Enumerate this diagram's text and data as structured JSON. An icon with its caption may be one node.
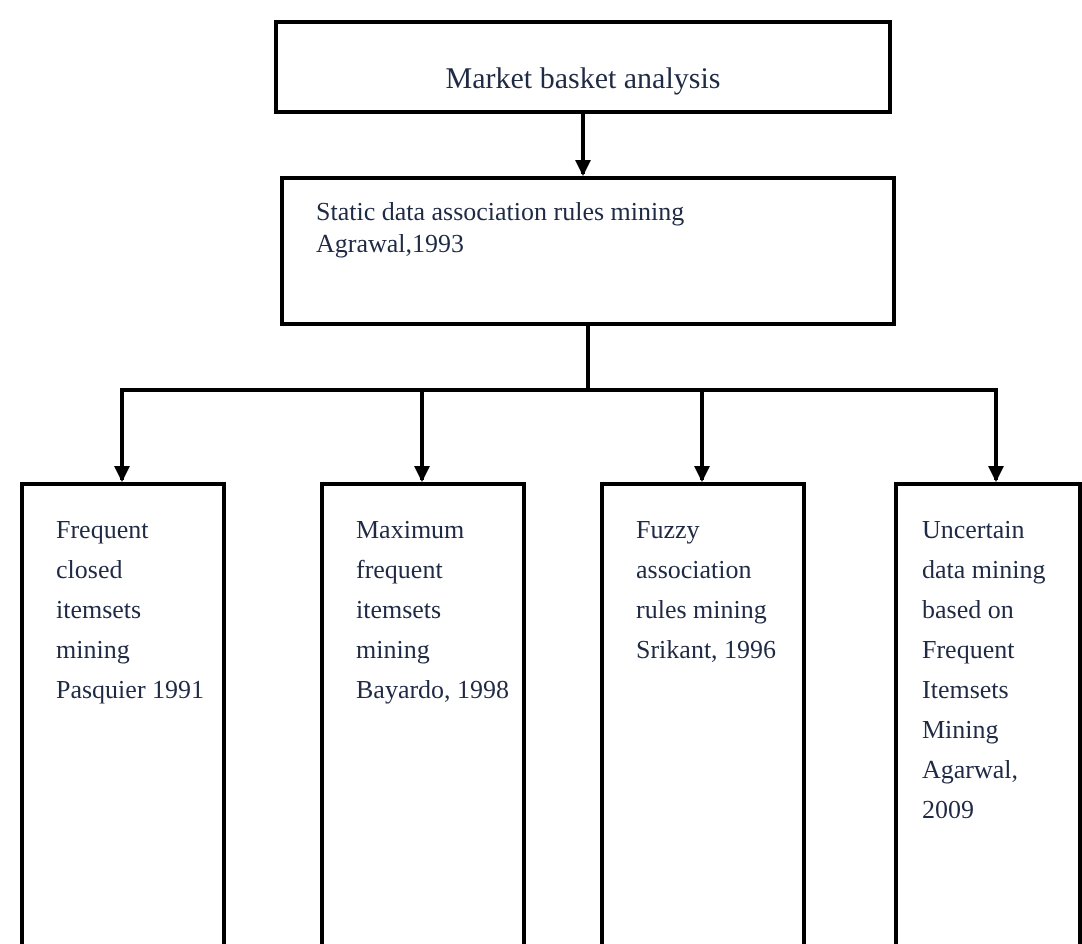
{
  "diagram": {
    "nodes": [
      {
        "text": [
          "Market basket analysis"
        ]
      },
      {
        "text": [
          "Static data association rules mining Agrawal,1993"
        ]
      },
      {
        "text": [
          "Frequent closed itemsets mining Pasquier 1991"
        ]
      },
      {
        "text": [
          "Maximum frequent itemsets mining Bayardo, 1998"
        ]
      },
      {
        "text": [
          "Fuzzy association rules mining Srikant, 1996"
        ]
      },
      {
        "text": [
          "Uncertain data mining based on Frequent Itemsets Mining Agarwal, 2009"
        ]
      }
    ],
    "edges": [
      {
        "from": 0,
        "to": 1,
        "arrow": "to"
      },
      {
        "from": 1,
        "to": 2,
        "arrow": "to"
      },
      {
        "from": 1,
        "to": 3,
        "arrow": "to"
      },
      {
        "from": 1,
        "to": 4,
        "arrow": "to"
      },
      {
        "from": 1,
        "to": 5,
        "arrow": "to"
      }
    ]
  }
}
